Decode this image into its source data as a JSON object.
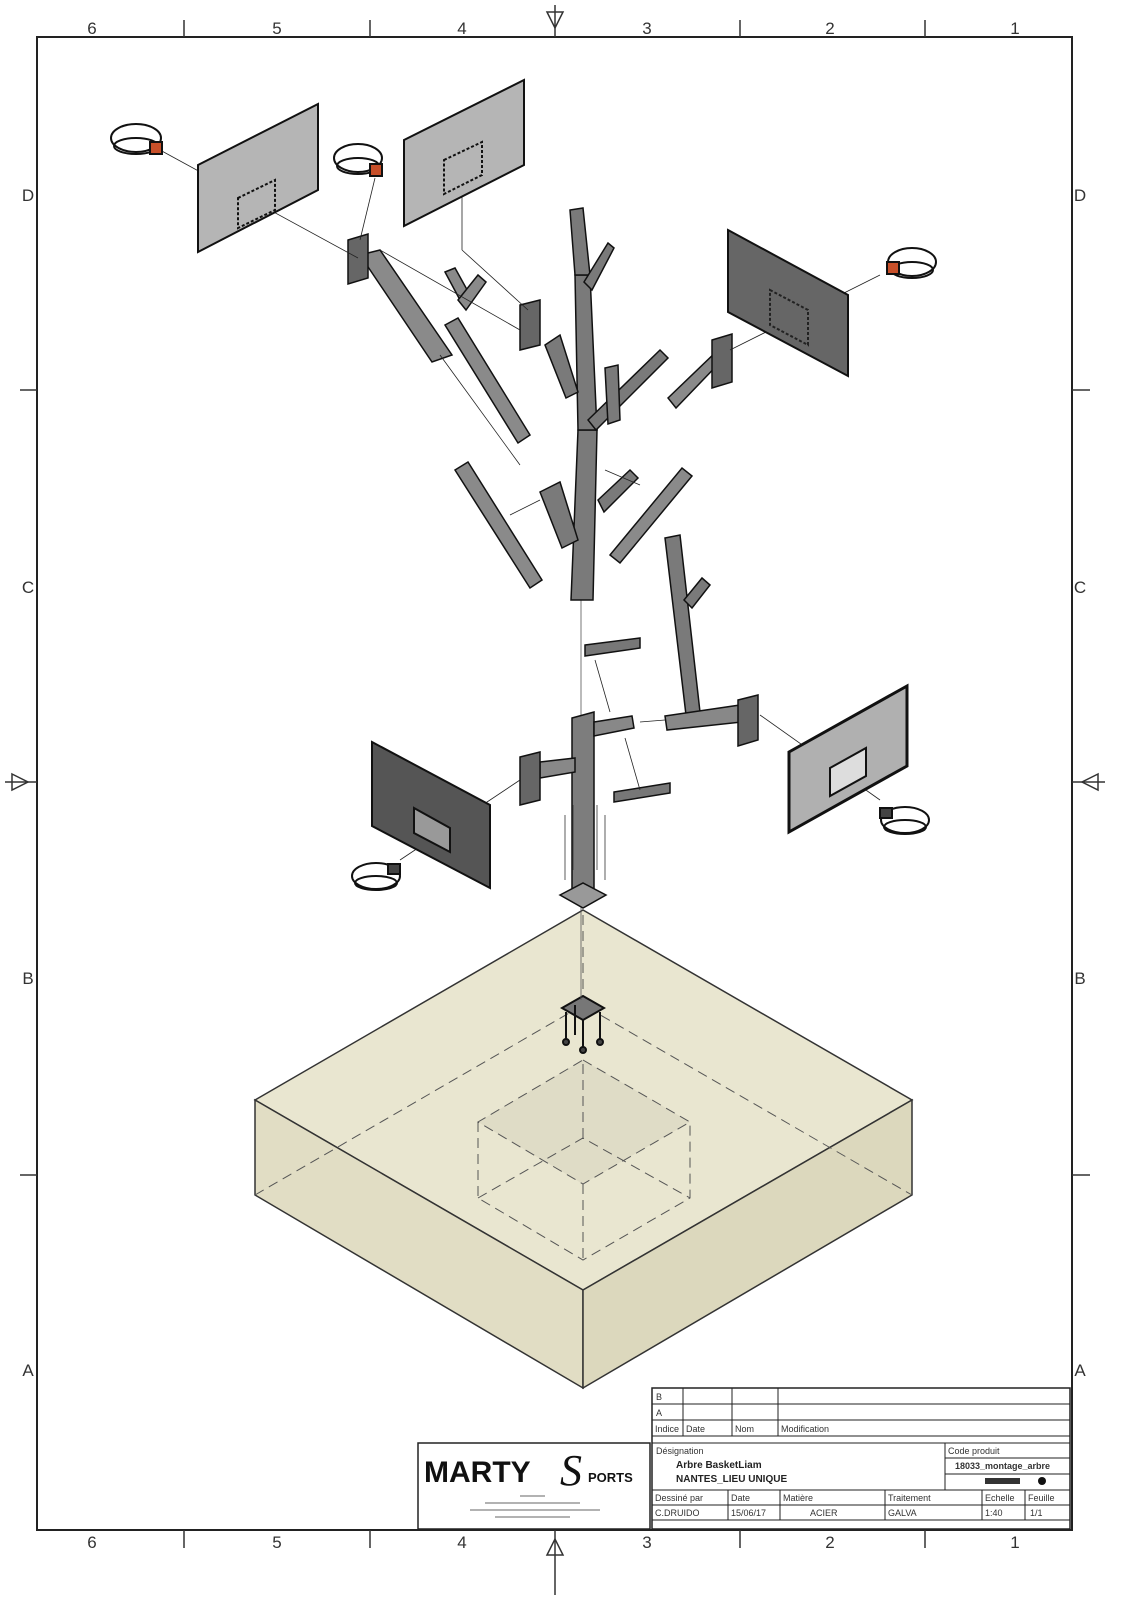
{
  "sheet": {
    "column_labels": [
      "6",
      "5",
      "4",
      "3",
      "2",
      "1"
    ],
    "row_labels": [
      "D",
      "C",
      "B",
      "A"
    ]
  },
  "colors": {
    "concrete": "#e4e1c8",
    "steel": "#8a8a8a",
    "backboard_light": "#b8b8b8",
    "backboard_dark": "#555555",
    "hoop_accent": "#c8502a"
  },
  "logo": {
    "main": "MARTY",
    "big_s": "S",
    "suffix": "PORTS"
  },
  "title_block": {
    "revisions": [
      {
        "index": "B"
      },
      {
        "index": "A"
      }
    ],
    "revision_headers": {
      "index": "Indice",
      "date": "Date",
      "name": "Nom",
      "modification": "Modification"
    },
    "designation_label": "Désignation",
    "designation_line1": "Arbre BasketLiam",
    "designation_line2": "NANTES_LIEU UNIQUE",
    "product_code_label": "Code produit",
    "product_code": "18033_montage_arbre",
    "fields": [
      {
        "label": "Dessiné par",
        "value": "C.DRUIDO"
      },
      {
        "label": "Date",
        "value": "15/06/17"
      },
      {
        "label": "Matière",
        "value": "ACIER"
      },
      {
        "label": "Traitement",
        "value": "GALVA"
      },
      {
        "label": "Echelle",
        "value": "1:40"
      },
      {
        "label": "Feuille",
        "value": "1/1"
      }
    ]
  }
}
